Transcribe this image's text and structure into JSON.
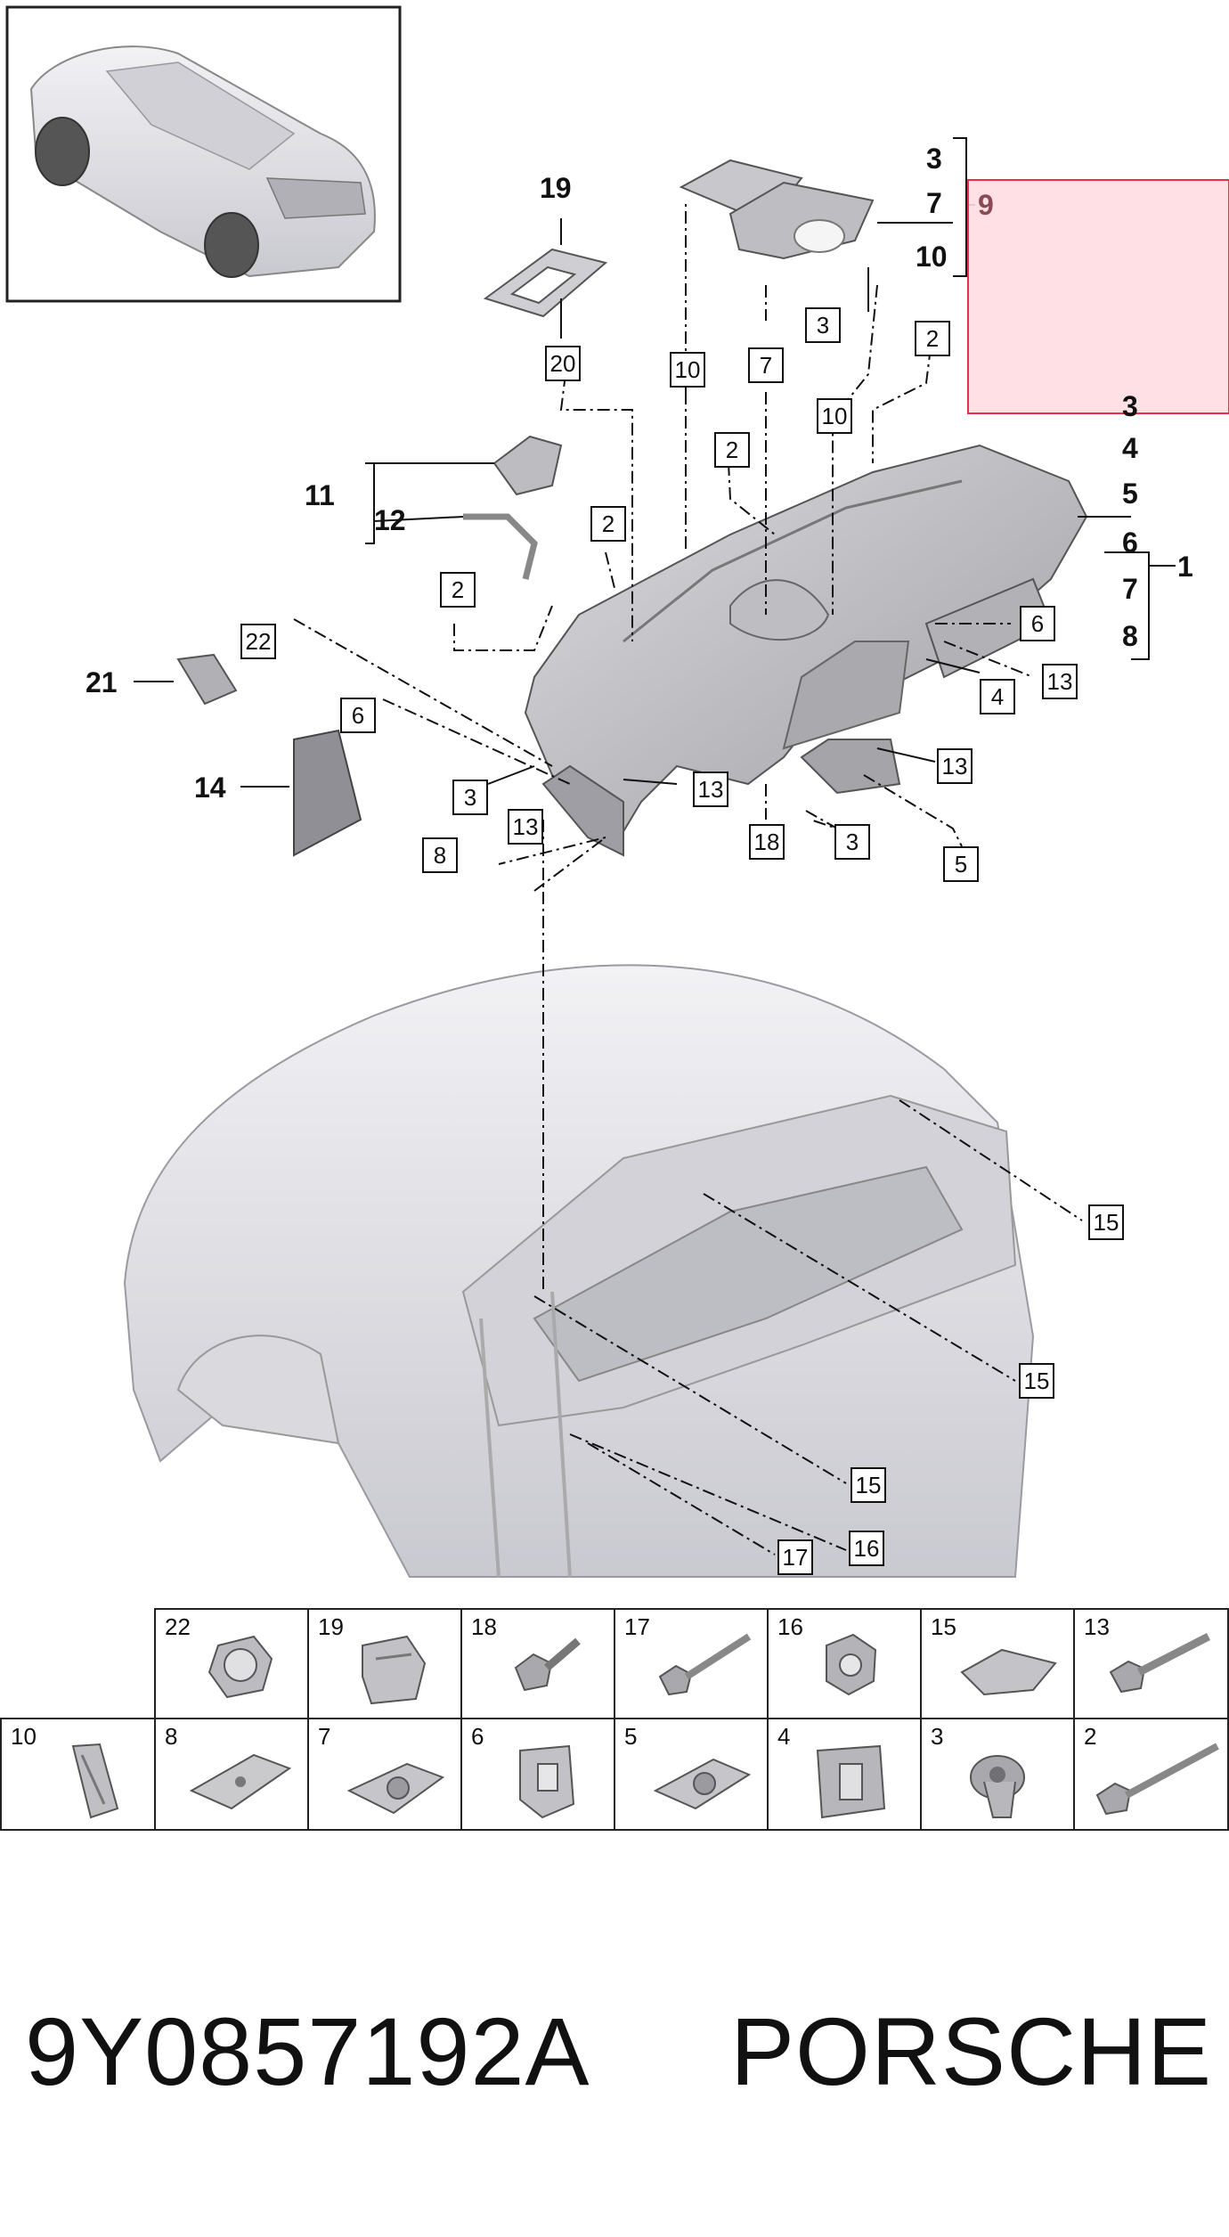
{
  "diagram": {
    "highlight_label": "9",
    "callouts": [
      "19",
      "20",
      "10",
      "7",
      "3",
      "2",
      "2",
      "10",
      "2",
      "2",
      "2",
      "22",
      "6",
      "3",
      "13",
      "13",
      "8",
      "18",
      "3",
      "13",
      "5",
      "6",
      "13",
      "4",
      "13",
      "15",
      "15",
      "15",
      "16",
      "17"
    ],
    "bold_labels": [
      "3",
      "7",
      "10",
      "11",
      "12",
      "21",
      "14",
      "3",
      "4",
      "5",
      "6",
      "7",
      "8",
      "1"
    ],
    "colors": {
      "highlight_fill": "#ffdde2",
      "highlight_border": "#e63246",
      "line": "#111111",
      "part_grey": "#b8b8bc"
    }
  },
  "parts_table": {
    "row1": [
      "22",
      "19",
      "18",
      "17",
      "16",
      "15",
      "13"
    ],
    "row2": [
      "10",
      "8",
      "7",
      "6",
      "5",
      "4",
      "3",
      "2"
    ]
  },
  "footer": {
    "part_number": "9Y0857192A",
    "brand": "PORSCHE"
  }
}
